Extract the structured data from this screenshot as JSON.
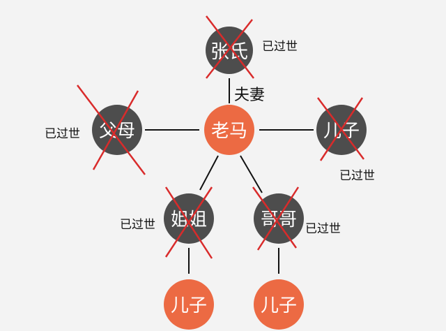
{
  "colors": {
    "background": "#f3f3f3",
    "living_node": "#ec6a43",
    "deceased_node": "#4d4d4d",
    "cross": "#d92b2b",
    "connector": "#111111",
    "node_text": "#ffffff",
    "annotation_text": "#111111"
  },
  "nodes": {
    "center": {
      "name": "老马",
      "status": "living"
    },
    "spouse": {
      "name": "张氏",
      "status": "deceased",
      "note": "已过世"
    },
    "parents": {
      "name": "父母",
      "status": "deceased",
      "note": "已过世"
    },
    "son": {
      "name": "儿子",
      "status": "deceased",
      "note": "已过世"
    },
    "sister": {
      "name": "姐姐",
      "status": "deceased",
      "note": "已过世"
    },
    "brother": {
      "name": "哥哥",
      "status": "deceased",
      "note": "已过世"
    },
    "sister_son": {
      "name": "儿子",
      "status": "living"
    },
    "brother_son": {
      "name": "儿子",
      "status": "living"
    }
  },
  "edges": {
    "spouse_label": "夫妻"
  }
}
